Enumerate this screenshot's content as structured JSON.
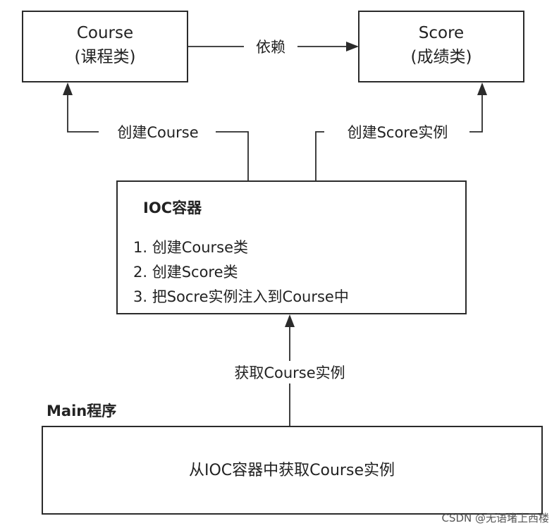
{
  "nodes": {
    "course": {
      "name": "Course",
      "subtitle": "(课程类)"
    },
    "score": {
      "name": "Score",
      "subtitle": "(成绩类)"
    },
    "ioc": {
      "title": "IOC容器",
      "steps": [
        "1. 创建Course类",
        "2. 创建Score类",
        "3. 把Socre实例注入到Course中"
      ]
    },
    "main": {
      "title": "Main程序",
      "body": "从IOC容器中获取Course实例"
    }
  },
  "edges": {
    "depends": "依赖",
    "create_course": "创建Course",
    "create_score": "创建Score实例",
    "get_course": "获取Course实例"
  },
  "watermark": "CSDN @无语堵上西楼"
}
